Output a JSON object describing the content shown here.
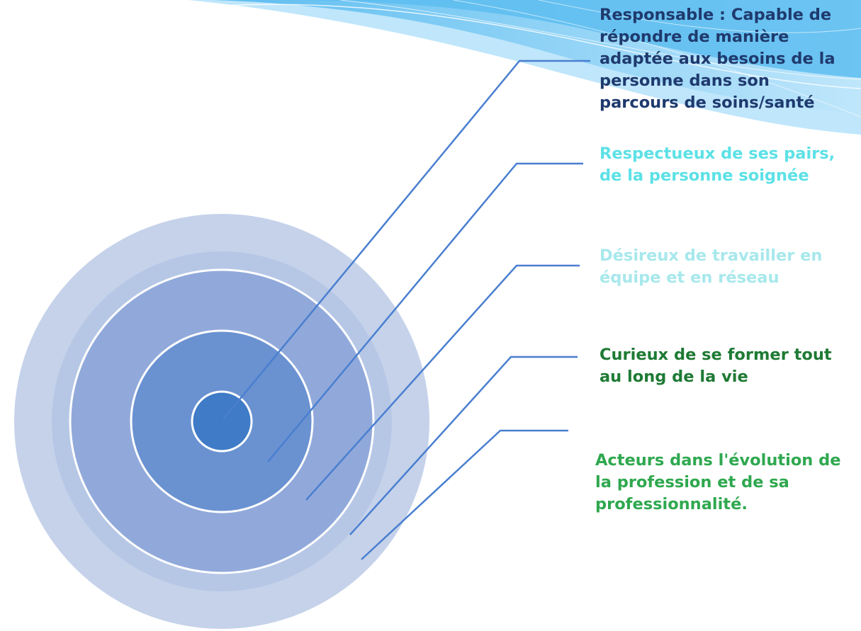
{
  "diagram": {
    "labels": [
      "Responsable : Capable de répondre de manière adaptée aux besoins de la personne dans son parcours de soins/santé",
      "Respectueux de ses pairs, de la personne soignée",
      "Désireux de travailler en équipe et en réseau",
      "Curieux de se former tout au long de la vie",
      "Acteurs dans l'évolution de la profession et de sa professionnalité."
    ]
  },
  "colors": {
    "label_1": "#1f3a6e",
    "label_2": "#5ce1e6",
    "label_3": "#a7e8ec",
    "label_4": "#1e7a34",
    "label_5": "#2fa84f",
    "ring_outer": "#c5d2ea",
    "ring_2": "#b6c7e6",
    "ring_3": "#91a9da",
    "ring_4": "#6a92d1",
    "ring_core": "#3f7bc6",
    "connector": "#4a7fd0",
    "wave_light": "#bfe6fb",
    "wave_mid": "#8fd3f7",
    "wave_dark": "#5dbdf0"
  }
}
